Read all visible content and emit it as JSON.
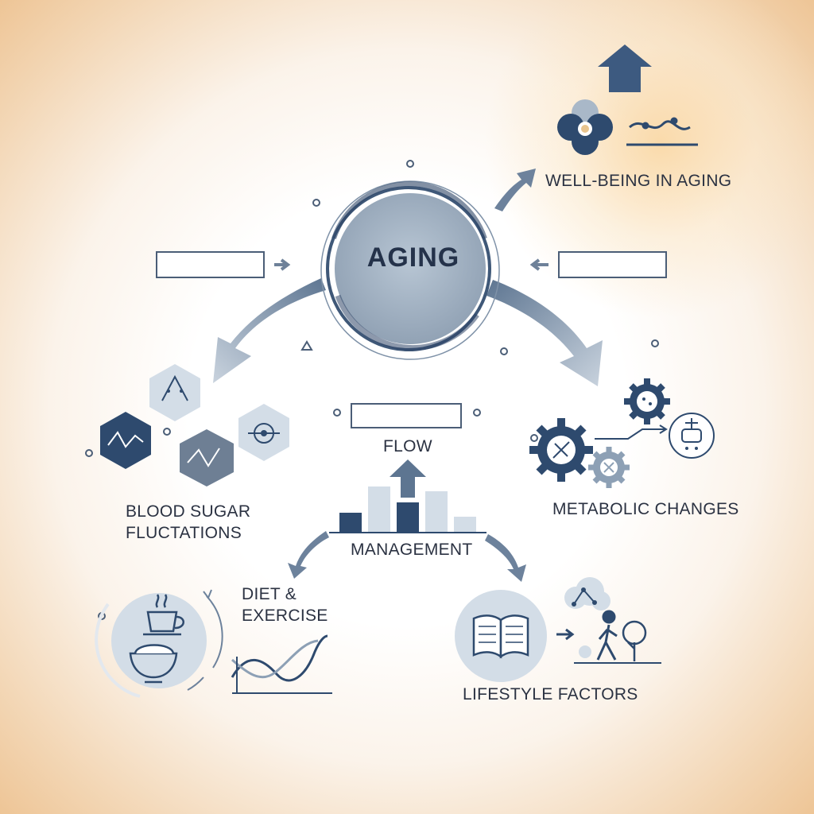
{
  "center": {
    "title": "AGING"
  },
  "nodes": {
    "wellbeing": "WELL-BEING IN AGING",
    "blood_sugar": "BLOOD SUGAR\nFLUCTATIONS",
    "flow": "FLOW",
    "management": "MANAGEMENT",
    "metabolic": "METABOLIC CHANGES",
    "diet": "DIET &\nEXERCISE",
    "lifestyle": "LIFESTYLE FACTORS"
  },
  "colors": {
    "navy": "#2e4a6e",
    "slate": "#8da0b5",
    "light": "#d3dde7",
    "text": "#2b3242"
  }
}
